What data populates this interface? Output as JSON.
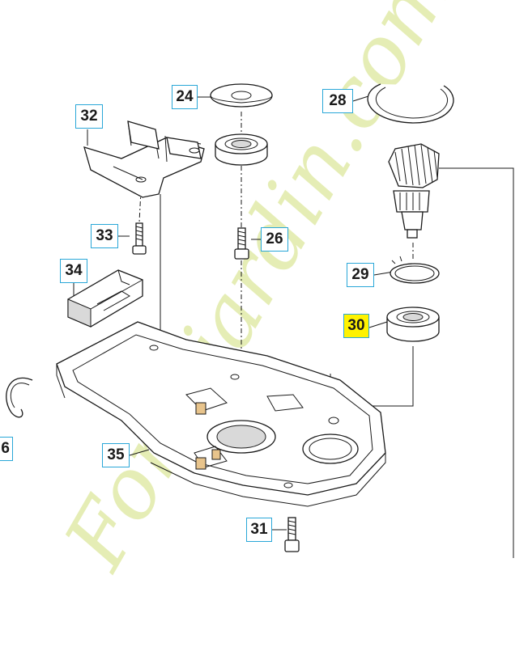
{
  "diagram": {
    "callouts": [
      {
        "id": "c24",
        "label": "24"
      },
      {
        "id": "c28",
        "label": "28"
      },
      {
        "id": "c32",
        "label": "32"
      },
      {
        "id": "c33",
        "label": "33"
      },
      {
        "id": "c26",
        "label": "26"
      },
      {
        "id": "c34",
        "label": "34"
      },
      {
        "id": "c29",
        "label": "29"
      },
      {
        "id": "c30",
        "label": "30",
        "highlighted": true
      },
      {
        "id": "c35",
        "label": "35"
      },
      {
        "id": "c31",
        "label": "31"
      },
      {
        "id": "c6",
        "label": "6"
      }
    ],
    "watermark": "Foretjardin.com",
    "colors": {
      "callout_border": "#29a7d8",
      "highlight": "#fff200",
      "watermark": "#dfe9a3",
      "line": "#1a1a1a"
    }
  }
}
